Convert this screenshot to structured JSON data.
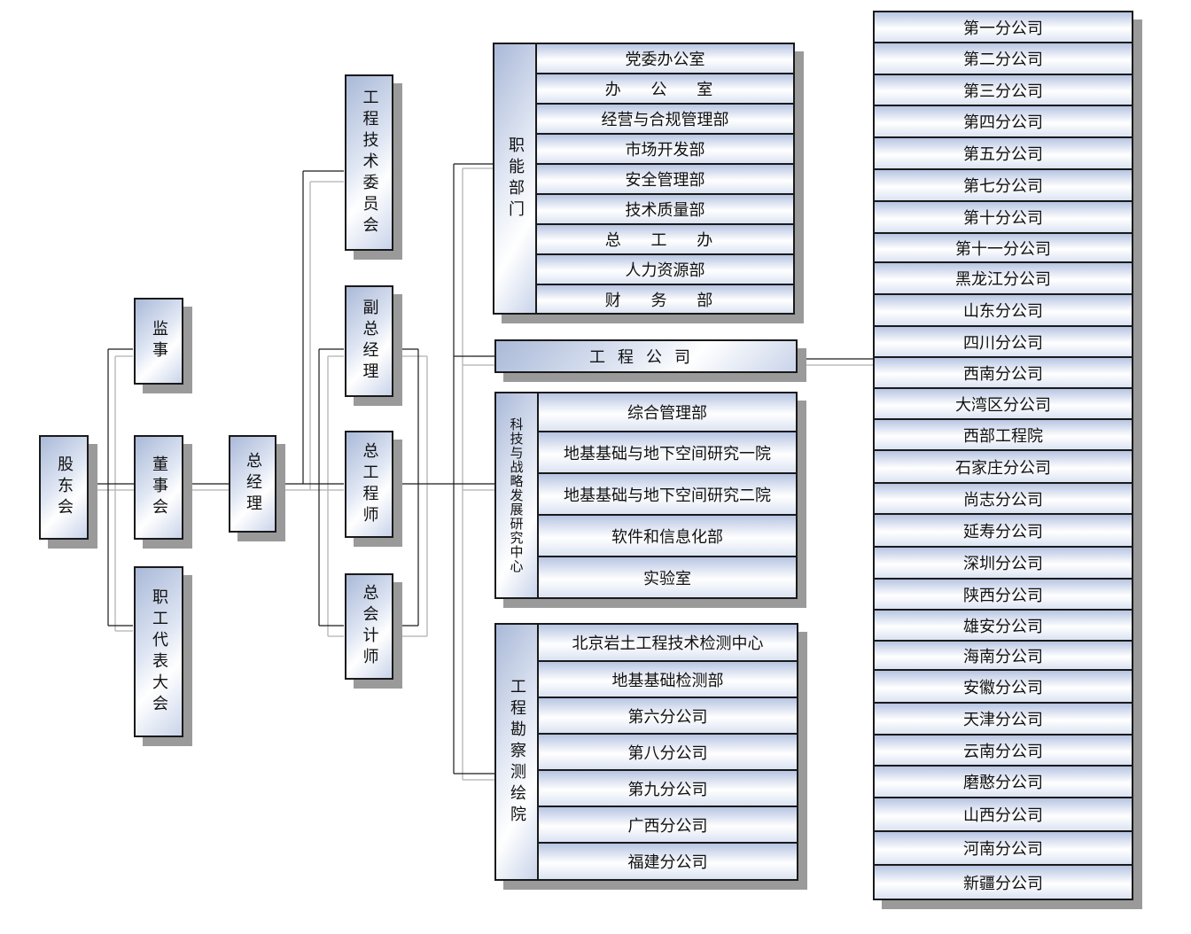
{
  "nodes": {
    "gudonghui": "股东会",
    "jianshi": "监事",
    "dongshihui": "董事会",
    "zhigong": "职工代表大会",
    "zongjingli": "总经理",
    "gongcheng_jishu_weiyuanhui": "工程技术委员会",
    "fuzong": "副总经理",
    "zonggongchengshi": "总工程师",
    "zongkuaiji": "总会计师",
    "gongcheng_gongsi": "工程公司"
  },
  "groups": {
    "zhineng": {
      "title": "职能部门",
      "items": [
        "党委办公室",
        "办 公 室",
        "经营与合规管理部",
        "市场开发部",
        "安全管理部",
        "技术质量部",
        "总 工 办",
        "人力资源部",
        "财 务 部"
      ]
    },
    "keji": {
      "title": "科技与战略发展研究中心",
      "items": [
        "综合管理部",
        "地基基础与地下空间研究一院",
        "地基基础与地下空间研究二院",
        "软件和信息化部",
        "实验室"
      ]
    },
    "kancha": {
      "title": "工程勘察测绘院",
      "items": [
        "北京岩土工程技术检测中心",
        "地基基础检测部",
        "第六分公司",
        "第八分公司",
        "第九分公司",
        "广西分公司",
        "福建分公司"
      ]
    }
  },
  "branches": [
    "第一分公司",
    "第二分公司",
    "第三分公司",
    "第四分公司",
    "第五分公司",
    "第七分公司",
    "第十分公司",
    "第十一分公司",
    "黑龙江分公司",
    "山东分公司",
    "四川分公司",
    "西南分公司",
    "大湾区分公司",
    "西部工程院",
    "石家庄分公司",
    "尚志分公司",
    "延寿分公司",
    "深圳分公司",
    "陕西分公司",
    "雄安分公司",
    "海南分公司",
    "安徽分公司",
    "天津分公司",
    "云南分公司",
    "磨憨分公司",
    "山西分公司",
    "河南分公司",
    "新疆分公司"
  ]
}
